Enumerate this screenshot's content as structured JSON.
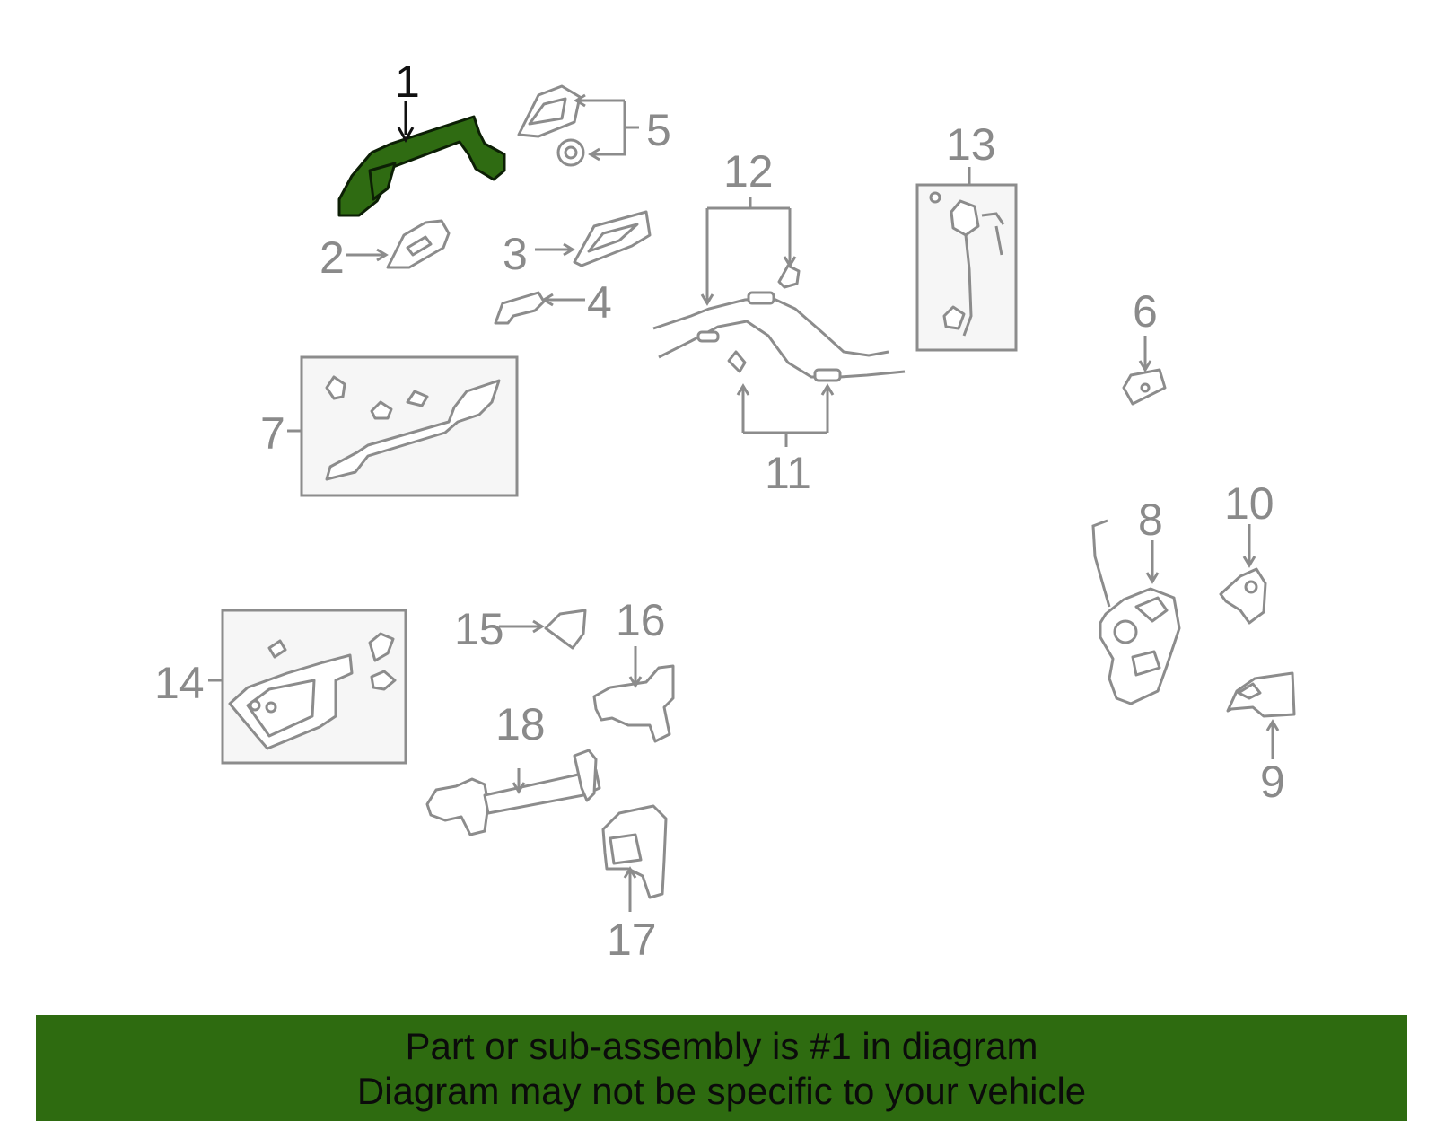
{
  "callouts": [
    {
      "id": "1",
      "label": "1",
      "highlight": true
    },
    {
      "id": "2",
      "label": "2"
    },
    {
      "id": "3",
      "label": "3"
    },
    {
      "id": "4",
      "label": "4"
    },
    {
      "id": "5",
      "label": "5"
    },
    {
      "id": "6",
      "label": "6"
    },
    {
      "id": "7",
      "label": "7"
    },
    {
      "id": "8",
      "label": "8"
    },
    {
      "id": "9",
      "label": "9"
    },
    {
      "id": "10",
      "label": "10"
    },
    {
      "id": "11",
      "label": "11"
    },
    {
      "id": "12",
      "label": "12"
    },
    {
      "id": "13",
      "label": "13"
    },
    {
      "id": "14",
      "label": "14"
    },
    {
      "id": "15",
      "label": "15"
    },
    {
      "id": "16",
      "label": "16"
    },
    {
      "id": "17",
      "label": "17"
    },
    {
      "id": "18",
      "label": "18"
    }
  ],
  "banner": {
    "line1": "Part or sub-assembly is #1 in diagram",
    "line2": "Diagram may not be specific to your vehicle"
  },
  "colors": {
    "highlight": "#2f6b12",
    "banner": "#2e6b10",
    "parts": "#8c8c8c"
  }
}
